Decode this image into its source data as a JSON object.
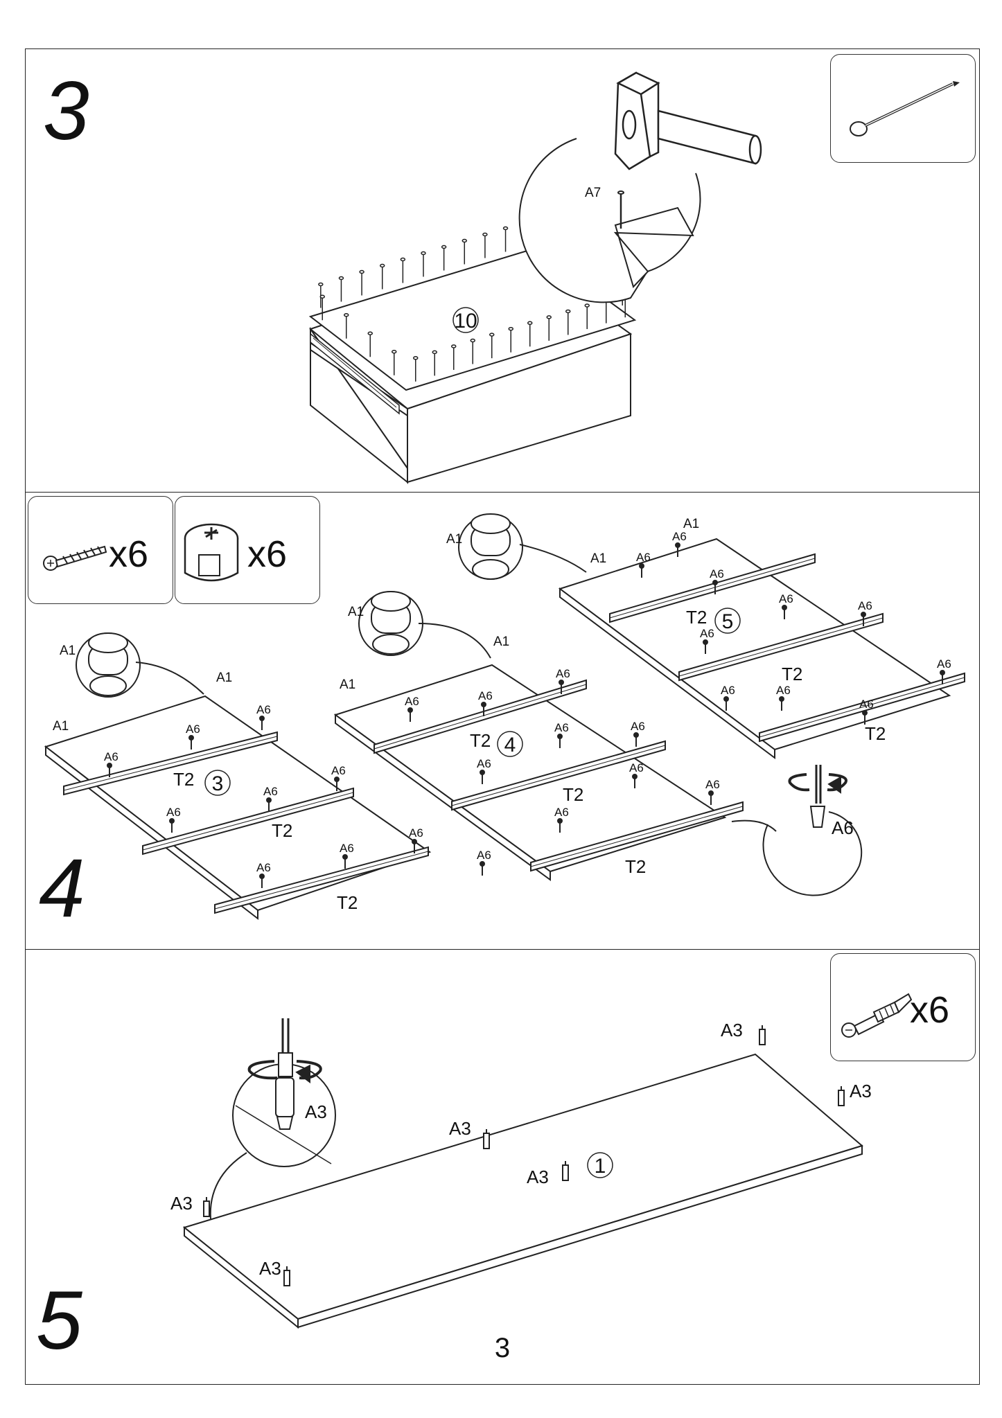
{
  "steps": [
    {
      "number": "3",
      "panel": "10",
      "fastener": "A7"
    },
    {
      "number": "4",
      "qty_screw": "x6",
      "qty_cam": "x6",
      "cam_label": "A1",
      "screw_label": "A6",
      "rail_label": "T2",
      "panels": [
        "3",
        "4",
        "5"
      ]
    },
    {
      "number": "5",
      "qty_dowel": "x6",
      "dowel_label": "A3",
      "panel": "1"
    }
  ],
  "page_number": "3",
  "icons": [
    "nail-icon",
    "hammer-icon",
    "screw-icon",
    "cam-lock-icon",
    "cam-bolt-icon",
    "screwdriver-icon",
    "rotate-arrow-icon"
  ]
}
